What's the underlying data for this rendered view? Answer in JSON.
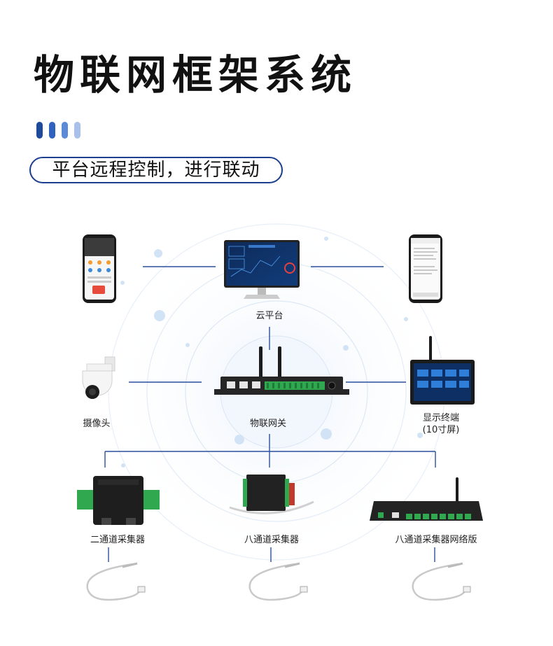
{
  "header": {
    "title": "物联网框架系统",
    "subtitle": "平台远程控制，进行联动"
  },
  "colors": {
    "accent": "#1d3f8f",
    "dots": [
      "#1f4a9c",
      "#2f63bd",
      "#5b8ad6",
      "#a8c0ea"
    ],
    "line": "#2a4f9e"
  },
  "nodes": {
    "cloud_platform": "云平台",
    "camera": "摄像头",
    "gateway": "物联网关",
    "display_line1": "显示终端",
    "display_line2": "(10寸屏)",
    "collector_2ch": "二通道采集器",
    "collector_8ch": "八通道采集器",
    "collector_8ch_net": "八通道采集器网络版"
  }
}
